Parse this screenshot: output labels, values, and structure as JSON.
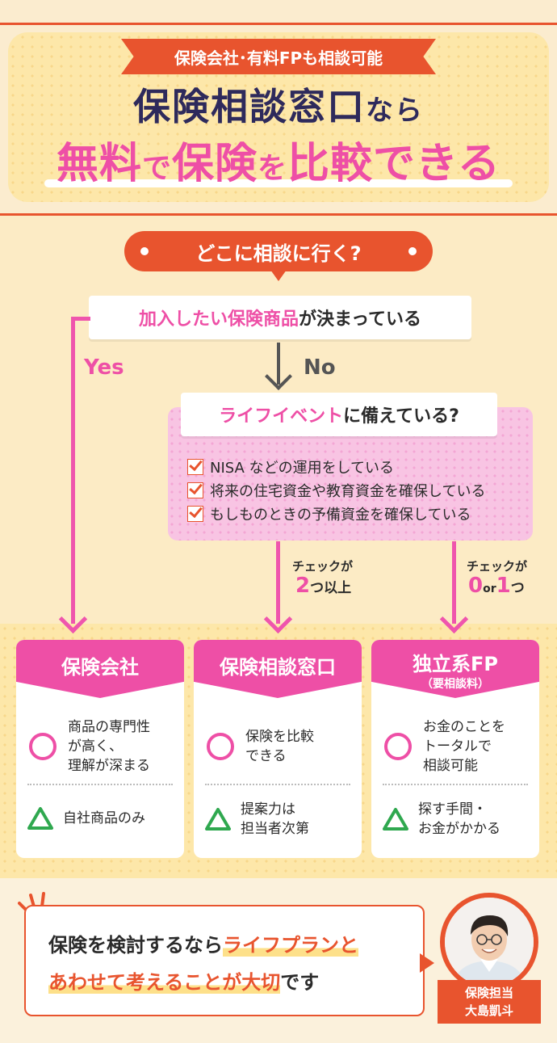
{
  "header": {
    "ribbon": "保険会社･有料FPも相談可能",
    "title_a": "保険相談窓口",
    "title_b": "なら",
    "title2_a": "無料",
    "title2_b": "で",
    "title2_c": "保険",
    "title2_d": "を",
    "title2_e": "比較できる"
  },
  "flow": {
    "question": "どこに相談に行く?",
    "q1_pink": "加入したい保険商品",
    "q1_rest": "が決まっている",
    "yes": "Yes",
    "no": "No",
    "q2_pink": "ライフイベント",
    "q2_rest": "に備えている?",
    "checks": [
      "NISA などの運用をしている",
      "将来の住宅資金や教育資金を確保している",
      "もしものときの予備資金を確保している"
    ],
    "branch_a_top": "チェックが",
    "branch_a_num": "2",
    "branch_a_rest": "つ以上",
    "branch_b_top": "チェックが",
    "branch_b_num0": "0",
    "branch_b_or": "or",
    "branch_b_num1": "1",
    "branch_b_rest": "つ"
  },
  "cards": [
    {
      "title": "保険会社",
      "sub": "",
      "good": [
        "商品の専門性",
        "が高く、",
        "理解が深まる"
      ],
      "bad": [
        "自社商品のみ"
      ]
    },
    {
      "title": "保険相談窓口",
      "sub": "",
      "good": [
        "保険を比較",
        "できる"
      ],
      "bad": [
        "提案力は",
        "担当者次第"
      ]
    },
    {
      "title": "独立系FP",
      "sub": "（要相談料）",
      "good": [
        "お金のことを",
        "トータルで",
        "相談可能"
      ],
      "bad": [
        "探す手間・",
        "お金がかかる"
      ]
    }
  ],
  "footer": {
    "line1_a": "保険を検討するなら",
    "line1_b": "ライフプランと",
    "line2_a": "あわせて考えることが大切",
    "line2_b": "です",
    "role": "保険担当",
    "name": "大島凱斗"
  },
  "colors": {
    "accent": "#e8542e",
    "pink": "#ee4fa6",
    "navy": "#2e2a5c",
    "green": "#2fa84f"
  }
}
